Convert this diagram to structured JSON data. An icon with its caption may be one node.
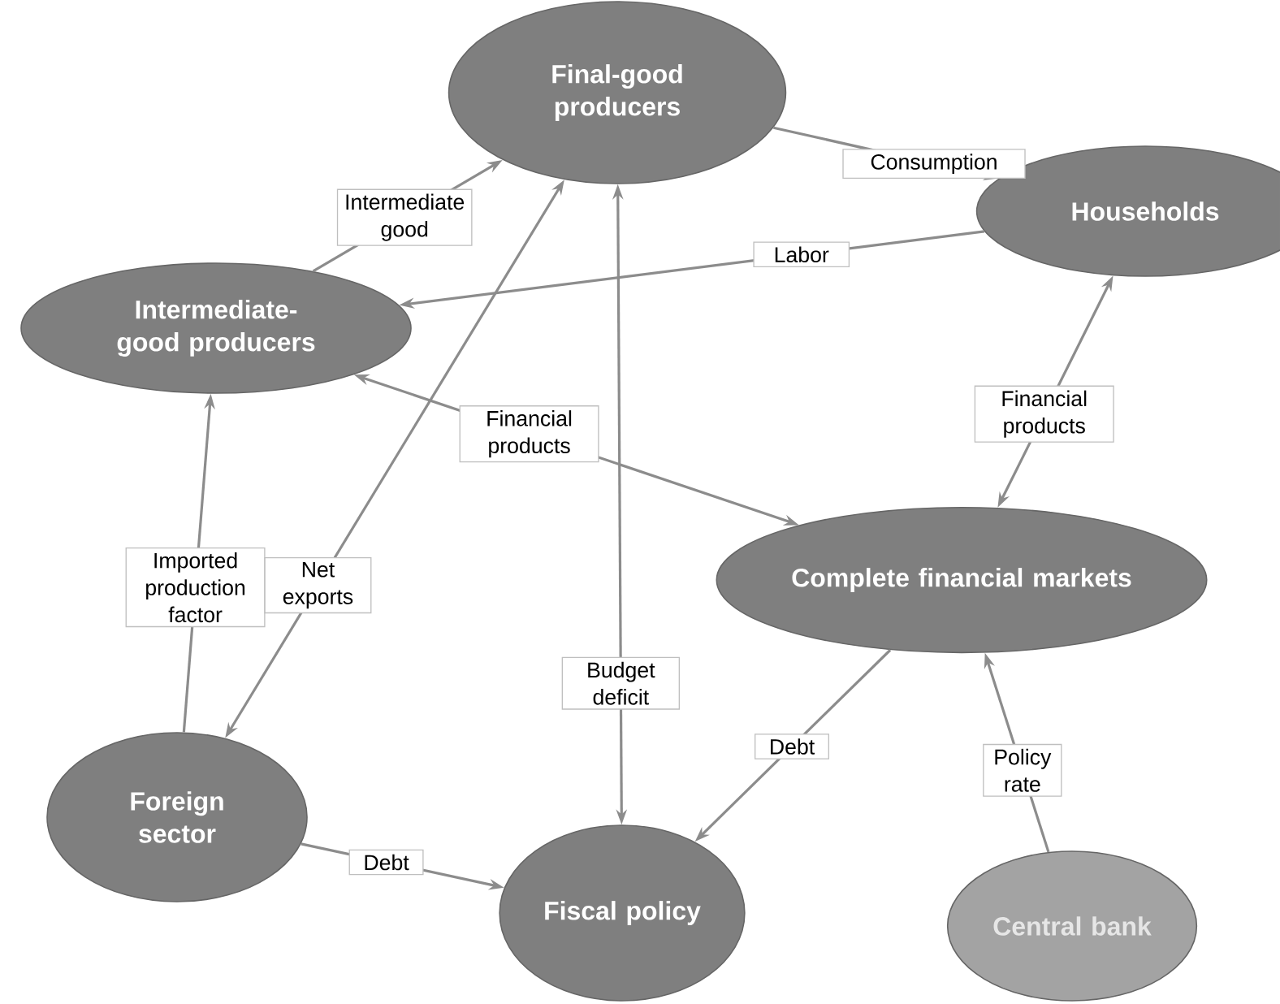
{
  "diagram": {
    "nodes": [
      {
        "text": [
          "Final-good producers"
        ]
      },
      {
        "text": [
          "Households"
        ]
      },
      {
        "text": [
          "Intermediate-good producers"
        ]
      },
      {
        "text": [
          "Complete financial markets"
        ]
      },
      {
        "text": [
          "Foreign sector"
        ]
      },
      {
        "text": [
          "Fiscal policy"
        ]
      },
      {
        "text": [
          "Central bank"
        ]
      }
    ],
    "edges": [
      {
        "from": 2,
        "to": 0,
        "arrow": "to",
        "label": "Intermediate good"
      },
      {
        "from": 0,
        "to": 1,
        "arrow": "to",
        "label": "Consumption"
      },
      {
        "from": 1,
        "to": 2,
        "arrow": "to",
        "label": "Labor"
      },
      {
        "from": 2,
        "to": 3,
        "arrow": "both",
        "label": "Financial products"
      },
      {
        "from": 1,
        "to": 3,
        "arrow": "both",
        "label": "Financial products"
      },
      {
        "from": 4,
        "to": 2,
        "arrow": "to",
        "label": "Imported production factor"
      },
      {
        "from": 0,
        "to": 4,
        "arrow": "both",
        "label": "Net exports"
      },
      {
        "from": 0,
        "to": 5,
        "arrow": "both",
        "label": "Budget deficit"
      },
      {
        "from": 3,
        "to": 5,
        "arrow": "to",
        "label": "Debt"
      },
      {
        "from": 4,
        "to": 5,
        "arrow": "to",
        "label": "Debt"
      },
      {
        "from": 6,
        "to": 3,
        "arrow": "to",
        "label": "Policy rate"
      }
    ]
  }
}
